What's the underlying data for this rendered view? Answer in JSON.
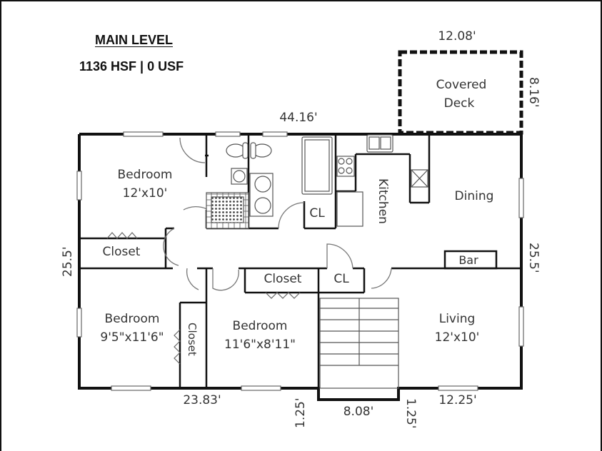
{
  "header": {
    "title": "MAIN LEVEL",
    "subtitle": "1136 HSF  |  0 USF"
  },
  "rooms": {
    "bedroom1": {
      "name": "Bedroom",
      "size": "12'x10'"
    },
    "bedroom2": {
      "name": "Bedroom",
      "size": "9'5\"x11'6\""
    },
    "bedroom3": {
      "name": "Bedroom",
      "size": "11'6\"x8'11\""
    },
    "living": {
      "name": "Living",
      "size": "12'x10'"
    },
    "kitchen": {
      "name": "Kitchen"
    },
    "dining": {
      "name": "Dining"
    },
    "bar": {
      "name": "Bar"
    },
    "deck": {
      "line1": "Covered",
      "line2": "Deck"
    },
    "closet_hall_left": {
      "name": "Closet"
    },
    "closet_hall_center": {
      "name": "Closet"
    },
    "closet_bed2": {
      "name": "Closet"
    },
    "cl_upper": {
      "name": "CL"
    },
    "cl_lower": {
      "name": "CL"
    }
  },
  "dimensions": {
    "top_total": "44.16'",
    "deck_width": "12.08'",
    "deck_depth": "8.16'",
    "left_side": "25.5'",
    "right_side": "25.5'",
    "bottom_left": "23.83'",
    "bottom_step_left": "1.25'",
    "bottom_bump": "8.08'",
    "bottom_step_right": "1.25'",
    "bottom_right": "12.25'"
  },
  "colors": {
    "wall": "#111111",
    "fixture": "#555555",
    "text": "#333333",
    "background": "#ffffff"
  }
}
